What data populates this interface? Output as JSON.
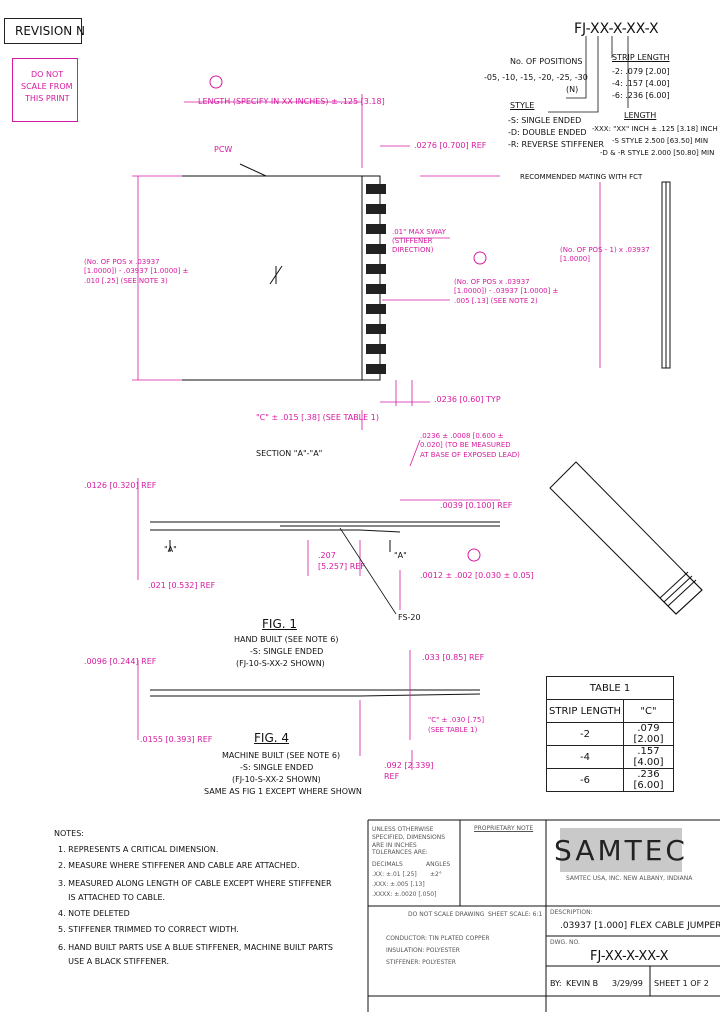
{
  "revision": "REVISION N",
  "part_pattern": "FJ-XX-X-XX-X",
  "no_scale": [
    "DO NOT",
    "SCALE FROM",
    "THIS PRINT"
  ],
  "positions": {
    "label": "No. OF POSITIONS",
    "values": "-05, -10, -15, -20, -25, -30",
    "stamp": "(N)"
  },
  "style": {
    "label": "STYLE",
    "items": [
      "-S: SINGLE ENDED",
      "-D: DOUBLE ENDED",
      "-R: REVERSE STIFFENER"
    ]
  },
  "strip_length": {
    "label": "STRIP LENGTH",
    "items": [
      "-2: .079 [2.00]",
      "-4: .157 [4.00]",
      "-6: .236 [6.00]"
    ]
  },
  "length": {
    "label": "LENGTH",
    "items": [
      "-XXX: \"XX\" INCH ± .125 [3.18] INCH",
      "-S STYLE 2.500 [63.50] MIN",
      "-D & -R STYLE 2.000 [50.80] MIN"
    ]
  },
  "dims": {
    "length_specify": "LENGTH (SPECIFY IN XX INCHES) ± .125 [3.18]",
    "ref_0276": ".0276 [0.700] REF",
    "pos_wide": "(No. OF POS x .03937 [1.0000]) - .03937 [1.0000] ± .010 [.25] (SEE NOTE 3)",
    "max_sway": ".01\" MAX SWAY (STIFFENER DIRECTION)",
    "pos_pitch": "(No. OF POS x .03937 [1.0000]) - .03937 [1.0000] ± .005 [.13] (SEE NOTE 2)",
    "recommended": "RECOMMENDED MATING WITH FCT",
    "pos_right": "(No. OF POS - 1) x .03937 [1.0000]",
    "pcw": "PCW",
    "c_tol": "\"C\" ± .015 [.38] (SEE TABLE 1)",
    "typ": ".0236 [0.60] TYP",
    "exposed": ".0236 ± .0008 [0.600 ± 0.020] (TO BE MEASURED AT BASE OF EXPOSED LEAD)",
    "ref_0126": ".0126 [0.320] REF",
    "ref_0039": ".0039 [0.100] REF",
    "a_left": "\"A\"",
    "a_right": "\"A\"",
    "ref_207": ".207 [5.257] REF",
    "ref_021": ".021 [0.532] REF",
    "thick": ".0012 ± .002 [0.030 ± 0.05]",
    "fs20": "FS-20",
    "section": "SECTION \"A\"-\"A\"",
    "ref_0096": ".0096 [0.244] REF",
    "ref_033": ".033 [0.85] REF",
    "c_tol2": "\"C\" ± .030 [.75] (SEE TABLE 1)",
    "ref_0155": ".0155 [0.393] REF",
    "ref_092": ".092 [2.339] REF"
  },
  "fig1": {
    "title": "FIG. 1",
    "lines": [
      "HAND BUILT (SEE NOTE 6)",
      "-S: SINGLE ENDED",
      "(FJ-10-S-XX-2 SHOWN)"
    ]
  },
  "fig4": {
    "title": "FIG. 4",
    "lines": [
      "MACHINE BUILT (SEE NOTE 6)",
      "-S: SINGLE ENDED",
      "(FJ-10-S-XX-2 SHOWN)",
      "SAME AS FIG 1 EXCEPT WHERE SHOWN"
    ]
  },
  "table1": {
    "title": "TABLE 1",
    "headers": [
      "STRIP LENGTH",
      "\"C\""
    ],
    "rows": [
      [
        "-2",
        ".079 [2.00]"
      ],
      [
        "-4",
        ".157 [4.00]"
      ],
      [
        "-6",
        ".236 [6.00]"
      ]
    ]
  },
  "notes": {
    "title": "NOTES:",
    "items": [
      "1. REPRESENTS A CRITICAL DIMENSION.",
      "2. MEASURE WHERE STIFFENER AND CABLE ARE ATTACHED.",
      "3. MEASURED ALONG LENGTH OF CABLE EXCEPT WHERE STIFFENER",
      "    IS ATTACHED TO CABLE.",
      "4. NOTE DELETED",
      "5. STIFFENER TRIMMED TO CORRECT WIDTH.",
      "6. HAND BUILT PARTS USE A BLUE STIFFENER, MACHINE BUILT PARTS",
      "    USE A BLACK STIFFENER."
    ]
  },
  "title_block": {
    "tol_header": "UNLESS OTHERWISE SPECIFIED, DIMENSIONS ARE IN INCHES",
    "tolerances": "TOLERANCES ARE:",
    "tol_lines": [
      "DECIMALS",
      "ANGLES",
      ".XX: ±.01 [.25]",
      "±2°",
      ".XXX: ±.005 [.13]",
      ".XXXX: ±.0020 [.050]"
    ],
    "proprietary": "PROPRIETARY NOTE",
    "material": [
      "CONDUCTOR: TIN PLATED COPPER",
      "INSULATION: POLYESTER",
      "STIFFENER: POLYESTER"
    ],
    "logo": "SAMTEC",
    "company_sub": "SAMTEC USA, INC. NEW ALBANY, INDIANA",
    "description_label": "DESCRIPTION:",
    "description": ".03937 [1.000] FLEX CABLE JUMPER",
    "dwg_label": "DWG. NO.",
    "dwg": "FJ-XX-X-XX-X",
    "by_label": "BY:",
    "by": "KEVIN B",
    "date": "3/29/99",
    "sheet": "SHEET 1 OF 2",
    "do_not_scale": "DO NOT SCALE DRAWING",
    "sheet_scale": "SHEET SCALE: 6:1"
  }
}
